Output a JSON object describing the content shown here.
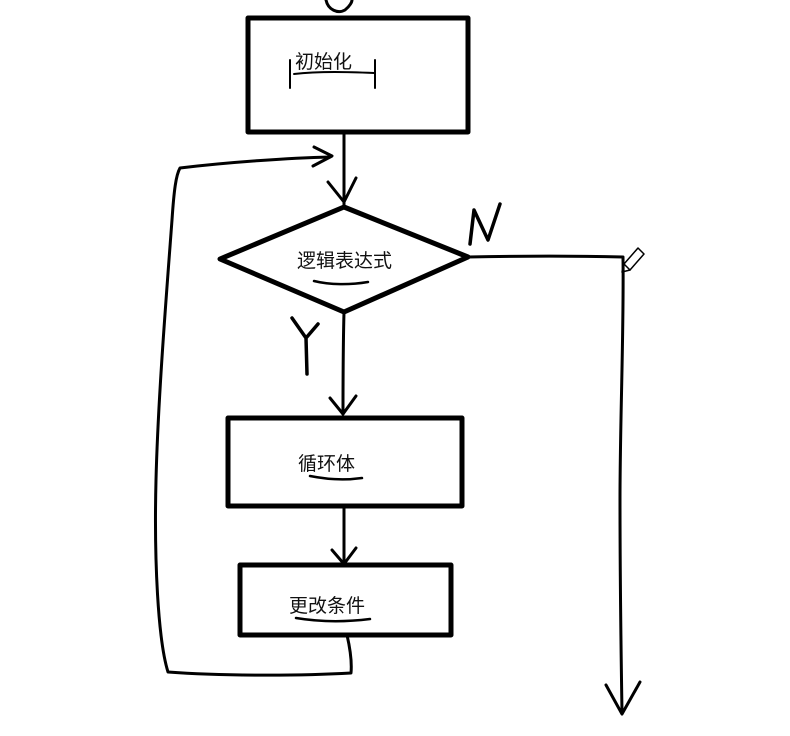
{
  "diagram": {
    "nodes": {
      "init": {
        "label": "初始化"
      },
      "condition": {
        "label": "逻辑表达式"
      },
      "body": {
        "label": "循环体"
      },
      "update": {
        "label": "更改条件"
      }
    },
    "edge_labels": {
      "true_branch": "Y",
      "false_branch": "N"
    },
    "colors": {
      "stroke": "#000000",
      "background": "#ffffff"
    }
  }
}
